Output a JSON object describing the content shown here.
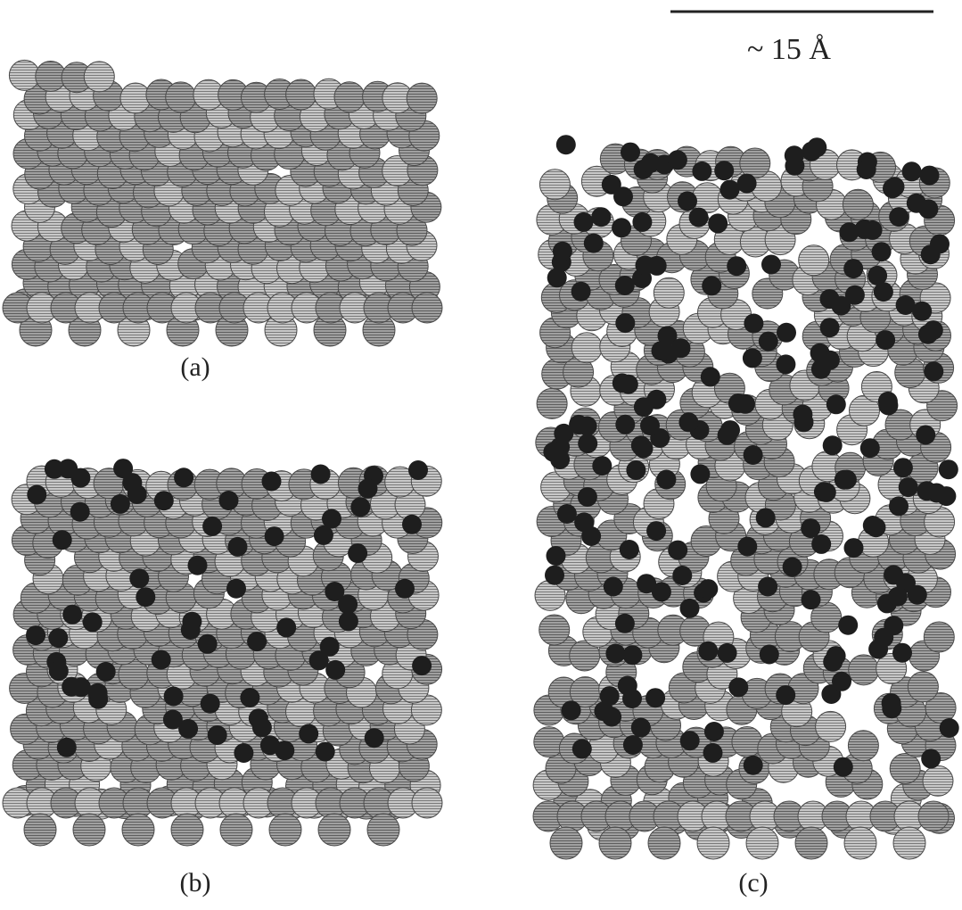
{
  "figure": {
    "scale_bar": {
      "label": "~ 15 Å"
    },
    "panels": [
      {
        "id": "a",
        "label": "(a)"
      },
      {
        "id": "b",
        "label": "(b)"
      },
      {
        "id": "c",
        "label": "(c)"
      }
    ]
  },
  "colors": {
    "background": "#ffffff",
    "host_atom": "#8c8c8c",
    "host_atom_edge": "#4a4a4a",
    "adsorbate_atom": "#1e1e1e",
    "text": "#222222"
  }
}
